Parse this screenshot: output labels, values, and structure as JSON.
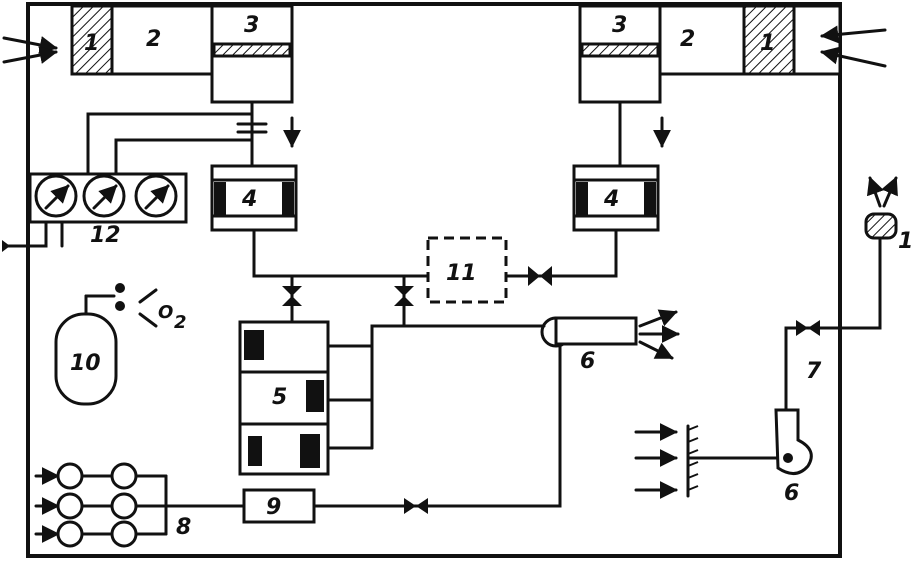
{
  "labels": {
    "left_filter": "1",
    "left_chamber": "2",
    "left_piston_unit": "3",
    "left_vessel": "4",
    "right_filter": "1",
    "right_chamber": "2",
    "right_piston_unit": "3",
    "right_vessel": "4",
    "column": "5",
    "fan_top": "6",
    "fan_bottom": "6",
    "pipe_7": "7",
    "cylinder_bank": "8",
    "unit_9": "9",
    "oxygen_tank": "10",
    "unit_11": "11",
    "gauge_panel": "12",
    "oxygen": "O",
    "oxygen_sub": "2",
    "top_right_unit": "1"
  },
  "colors": {
    "ink": "#111111",
    "paper": "#ffffff"
  }
}
